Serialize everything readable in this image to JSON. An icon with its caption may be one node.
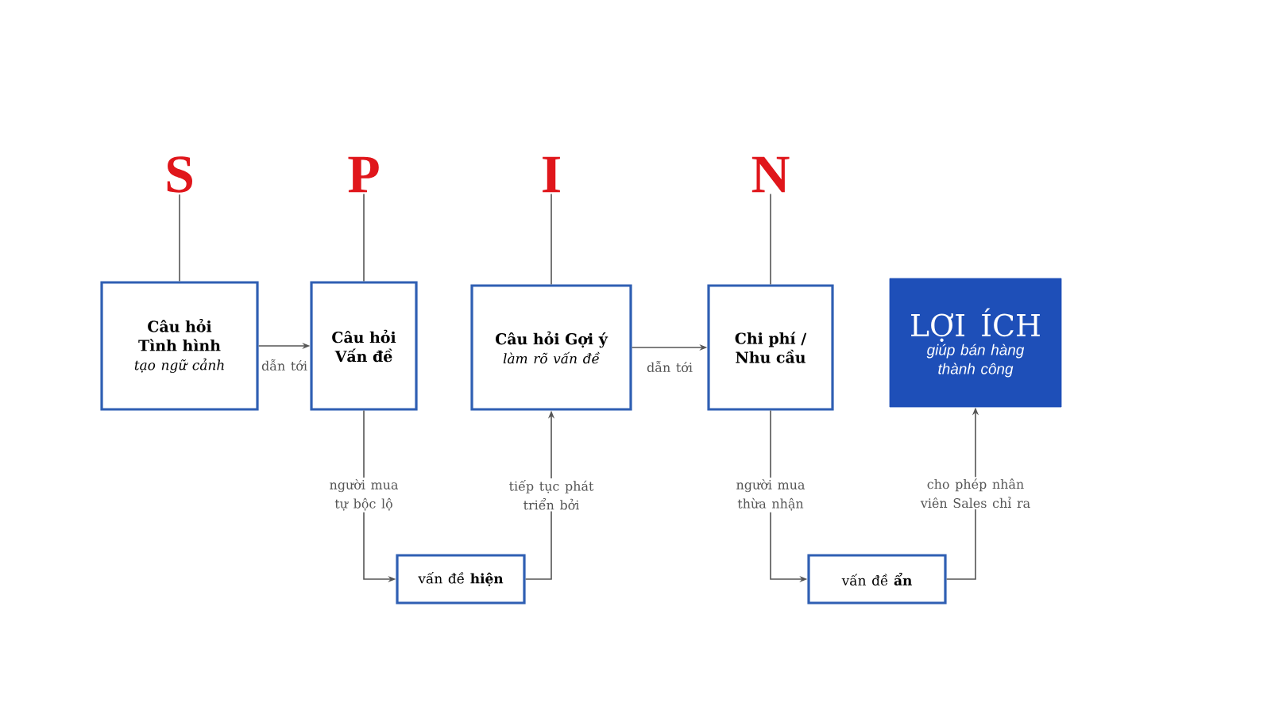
{
  "diagram": {
    "nodes": [
      {
        "text": [
          "S"
        ]
      },
      {
        "text": [
          "Câu hỏi Tình hình",
          "tạo ngữ cảnh"
        ]
      },
      {
        "text": [
          "P"
        ]
      },
      {
        "text": [
          "Câu hỏi Vấn đề"
        ]
      },
      {
        "text": [
          "I"
        ]
      },
      {
        "text": [
          "Câu hỏi Gợi ý",
          "làm rõ vấn đề"
        ]
      },
      {
        "text": [
          "N"
        ]
      },
      {
        "text": [
          "Chi phí / Nhu cầu"
        ]
      },
      {
        "text": [
          "LỢI ÍCH",
          "giúp bán hàng thành công"
        ]
      },
      {
        "text": [
          "vấn đề **hiện**"
        ]
      },
      {
        "text": [
          "vấn đề **ẩn**"
        ]
      }
    ],
    "edges": [
      {
        "from": 0,
        "to": 1,
        "arrow": "none"
      },
      {
        "from": 2,
        "to": 3,
        "arrow": "none"
      },
      {
        "from": 4,
        "to": 5,
        "arrow": "none"
      },
      {
        "from": 6,
        "to": 7,
        "arrow": "none"
      },
      {
        "from": 1,
        "to": 3,
        "arrow": "to",
        "label": "dẫn tới"
      },
      {
        "from": 5,
        "to": 7,
        "arrow": "to",
        "label": "dẫn tới"
      },
      {
        "from": 3,
        "to": 9,
        "arrow": "to",
        "label": "người mua tự bộc lộ"
      },
      {
        "from": 9,
        "to": 5,
        "arrow": "to",
        "label": "tiếp tục phát triển bởi"
      },
      {
        "from": 7,
        "to": 10,
        "arrow": "to",
        "label": "người mua thừa nhận"
      },
      {
        "from": 10,
        "to": 8,
        "arrow": "to",
        "label": "cho phép nhân viên Sales chỉ ra"
      }
    ]
  }
}
